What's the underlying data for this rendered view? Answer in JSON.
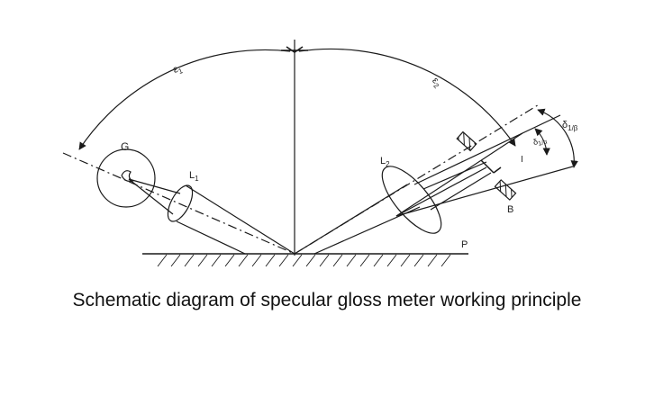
{
  "caption": "Schematic diagram of specular gloss meter working principle",
  "labels": {
    "source": "G",
    "lens1": "L",
    "lens1_sub": "1",
    "lens2": "L",
    "lens2_sub": "2",
    "surface": "P",
    "aperture": "B",
    "receptor": "I",
    "angle1": "ε",
    "angle1_sub": "1",
    "angle2": "ε",
    "angle2_sub": "2",
    "delta_beta": "δ",
    "delta_beta_sub": "1/β",
    "delta_alpha": "δ",
    "delta_alpha_sub": "1/α"
  },
  "colors": {
    "ink": "#1a1a1a",
    "background": "#ffffff"
  }
}
